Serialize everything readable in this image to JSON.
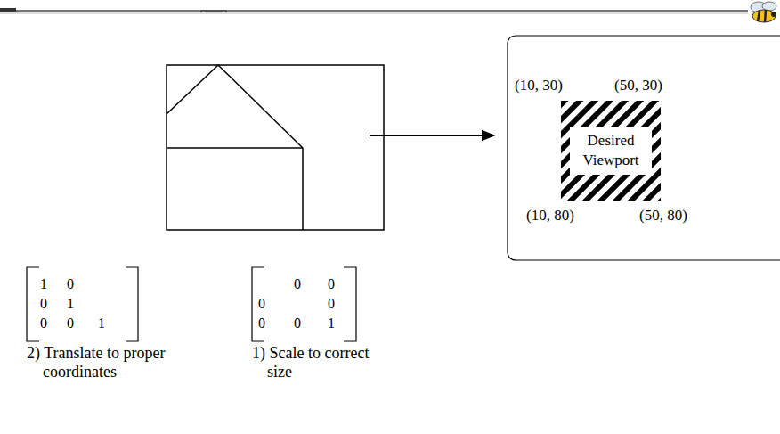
{
  "diagram": {
    "nodes": [
      {
        "text": [
          "Desired Viewport"
        ]
      }
    ],
    "labels": [
      "(10, 30)",
      "(50, 30)",
      "(10, 80)",
      "(50, 80)",
      "1",
      "0",
      "0",
      "1",
      "0",
      "0",
      "1",
      "0",
      "0",
      "0",
      "0",
      "0",
      "0",
      "1",
      "2) Translate to proper coordinates",
      "1) Scale to correct size"
    ]
  }
}
